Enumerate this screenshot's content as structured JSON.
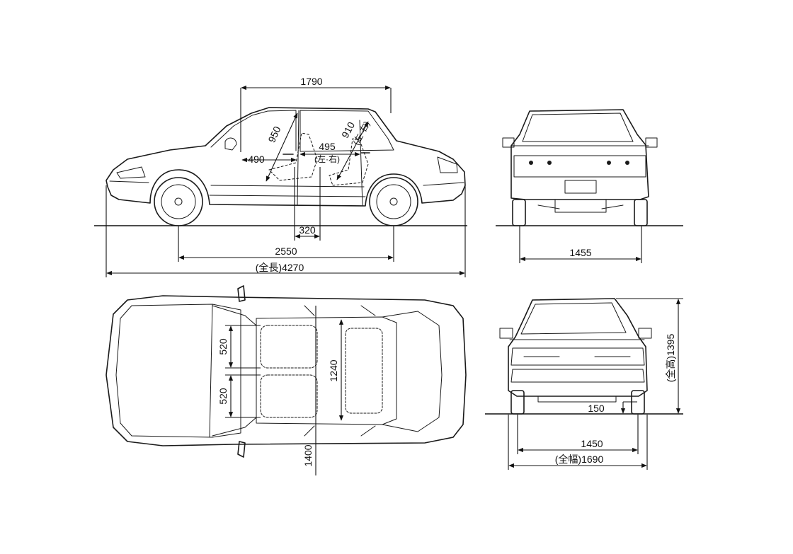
{
  "colors": {
    "background": "#ffffff",
    "line": "#1a1a1a"
  },
  "side_view": {
    "roof_length": "1790",
    "wheelbase": "2550",
    "overall_length": "(全長)4270",
    "front_legroom": "490",
    "front_headroom": "950",
    "seat_spacing": "495",
    "seat_spacing_note": "(左·右)",
    "rear_headroom": "910",
    "rear_headroom_note": "(左·右)",
    "door_gap": "320"
  },
  "rear_view": {
    "rear_track": "1455"
  },
  "top_view": {
    "seat_width_front": "520",
    "seat_width_rear": "520",
    "cabin_width": "1240",
    "seat_offset": "1400"
  },
  "front_view": {
    "overall_height": "(全高)1395",
    "ground_clearance": "150",
    "front_track": "1450",
    "overall_width": "(全幅)1690"
  }
}
